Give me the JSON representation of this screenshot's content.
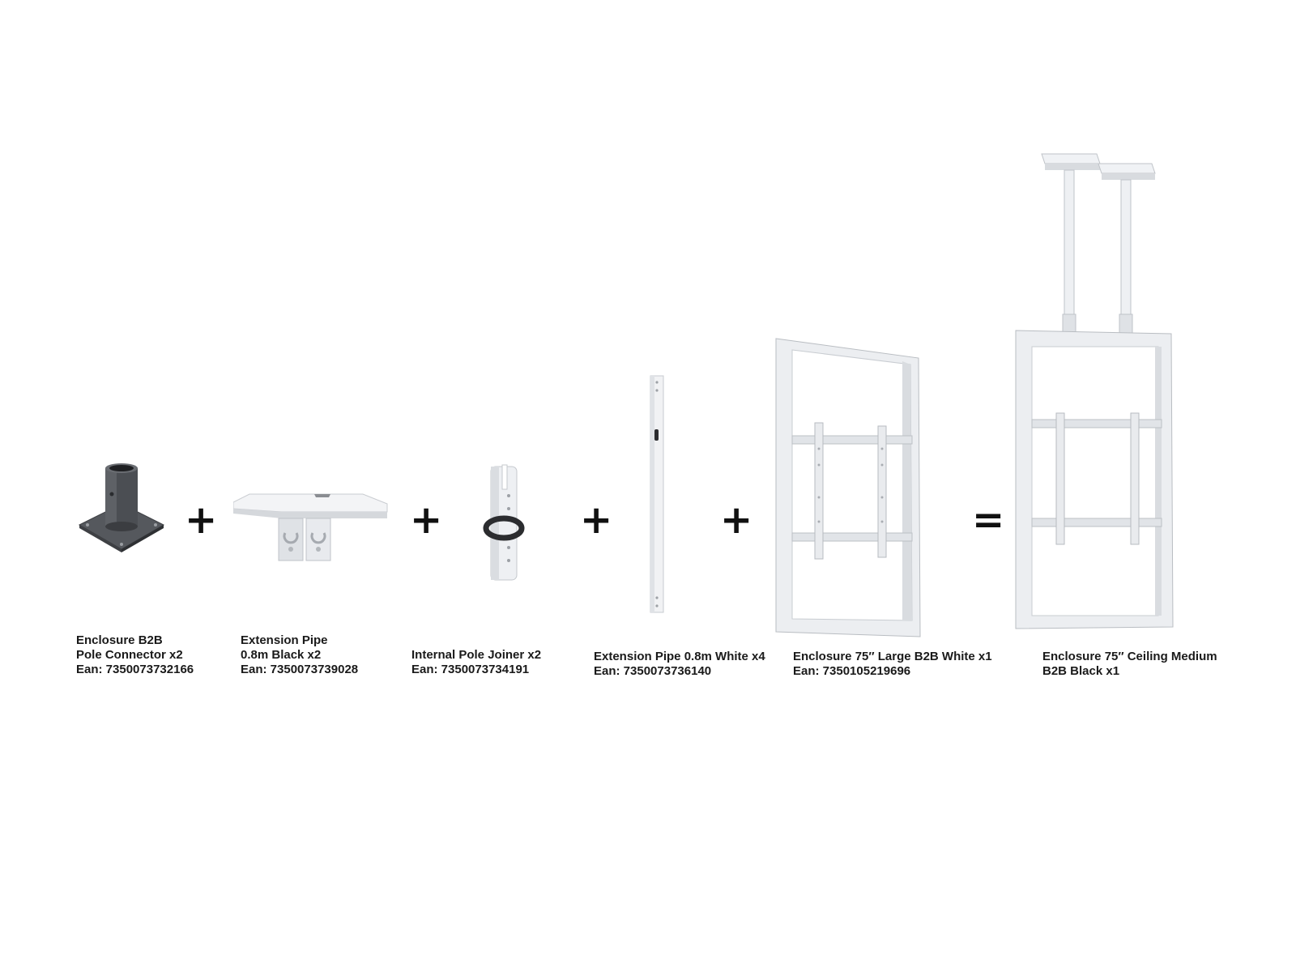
{
  "operators": {
    "plus": "+",
    "equals": "="
  },
  "products": [
    {
      "name": "pole-connector",
      "icon": "pole-connector-icon",
      "color": "#4a4d52",
      "lines": [
        "Enclosure B2B",
        "Pole Connector x2",
        "Ean: 7350073732166"
      ]
    },
    {
      "name": "ceiling-bracket",
      "icon": "ceiling-plate-icon",
      "color": "#e6e8ec",
      "lines": [
        "Extension Pipe",
        "0.8m Black x2",
        "Ean: 7350073739028"
      ]
    },
    {
      "name": "internal-pole-joiner",
      "icon": "pole-joiner-icon",
      "color": "#e6e8ec",
      "lines": [
        "Internal Pole Joiner x2",
        "Ean: 7350073734191"
      ]
    },
    {
      "name": "extension-pipe-white",
      "icon": "extension-pipe-icon",
      "color": "#eceef1",
      "lines": [
        "Extension Pipe 0.8m White x4",
        "Ean: 7350073736140"
      ]
    },
    {
      "name": "enclosure-large",
      "icon": "enclosure-frame-icon",
      "color": "#e8eaee",
      "lines": [
        "Enclosure 75″ Large B2B White x1",
        "Ean: 7350105219696"
      ]
    },
    {
      "name": "enclosure-ceiling-result",
      "icon": "ceiling-enclosure-icon",
      "color": "#e8eaee",
      "lines": [
        "Enclosure 75″ Ceiling Medium",
        "B2B Black x1"
      ]
    }
  ]
}
